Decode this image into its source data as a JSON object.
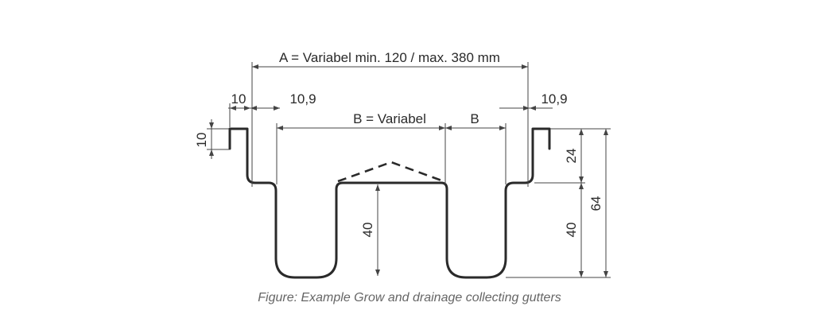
{
  "dimensions": {
    "a_overall": "A = Variabel min. 120 / max. 380 mm",
    "top_left_10": "10",
    "top_left_10_9": "10,9",
    "b_variable": "B = Variabel",
    "b_right": "B",
    "top_right_10_9": "10,9",
    "lip_height_10": "10",
    "channel_depth_left_40": "40",
    "right_24": "24",
    "right_40": "40",
    "total_64": "64"
  },
  "caption": "Figure: Example Grow and drainage collecting gutters",
  "colors": {
    "line": "#2a2a2a",
    "dim_line": "#444444",
    "caption": "#666666"
  }
}
